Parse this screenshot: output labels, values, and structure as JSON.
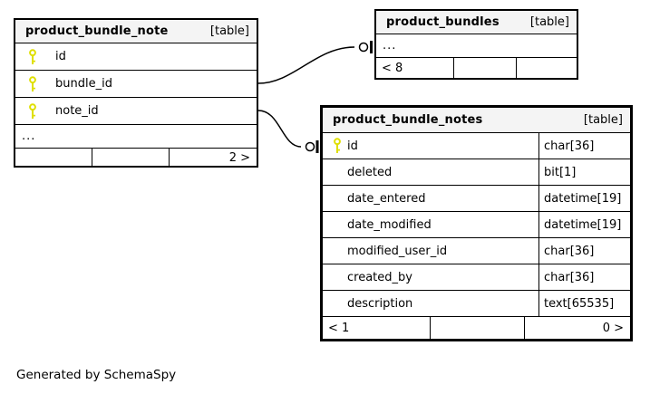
{
  "page": {
    "caption": "Generated by SchemaSpy"
  },
  "colors": {
    "key_icon": "#dfdf00",
    "header_bg": "#f4f4f4",
    "border": "#000000"
  },
  "tables": [
    {
      "title": "product_bundle_note",
      "badge": "[table]",
      "columns": [
        {
          "name": "id",
          "key": true
        },
        {
          "name": "bundle_id",
          "key": true
        },
        {
          "name": "note_id",
          "key": true
        }
      ],
      "ellipsis": "...",
      "footer_cells": [
        "",
        "",
        "2 >"
      ]
    },
    {
      "title": "product_bundles",
      "badge": "[table]",
      "ellipsis": "...",
      "footer_cells": [
        "< 8",
        "",
        ""
      ]
    },
    {
      "title": "product_bundle_notes",
      "badge": "[table]",
      "columns": [
        {
          "name": "id",
          "type": "char[36]",
          "key": true
        },
        {
          "name": "deleted",
          "type": "bit[1]"
        },
        {
          "name": "date_entered",
          "type": "datetime[19]"
        },
        {
          "name": "date_modified",
          "type": "datetime[19]"
        },
        {
          "name": "modified_user_id",
          "type": "char[36]"
        },
        {
          "name": "created_by",
          "type": "char[36]"
        },
        {
          "name": "description",
          "type": "text[65535]"
        }
      ],
      "footer_cells": [
        "< 1",
        "",
        "0 >"
      ]
    }
  ]
}
